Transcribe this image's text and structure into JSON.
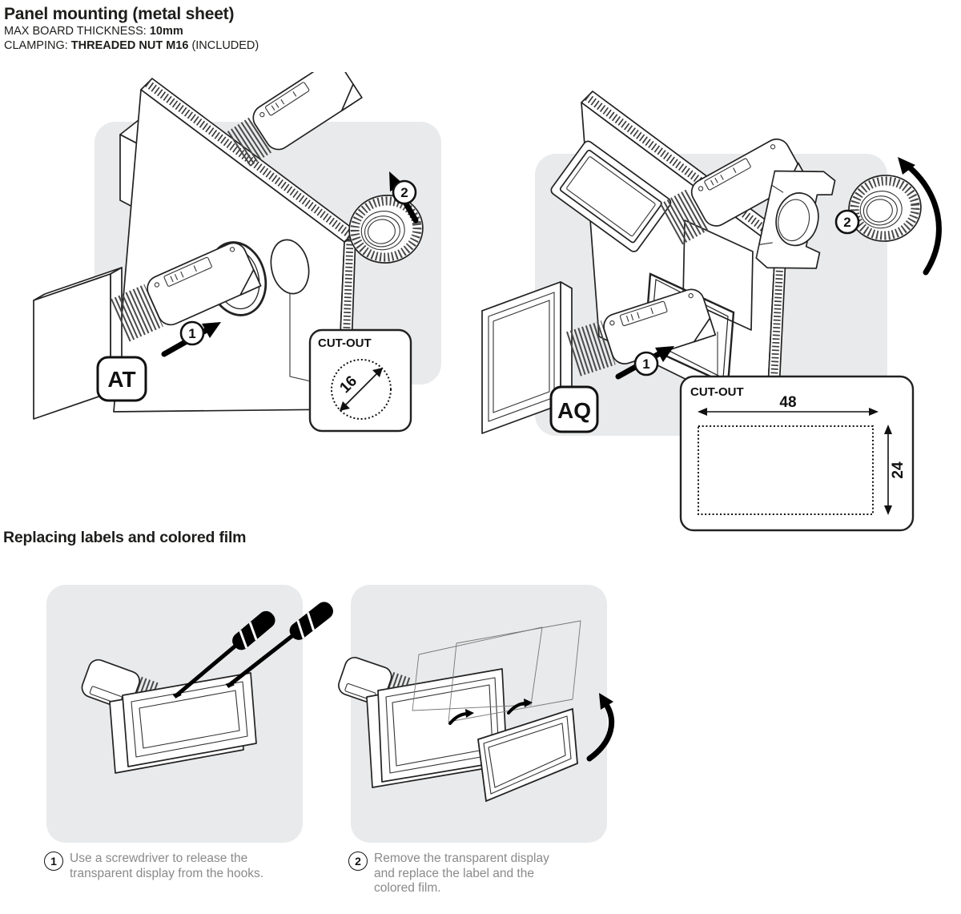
{
  "header": {
    "title": "Panel mounting (metal sheet)",
    "spec1_label": "MAX BOARD THICKNESS: ",
    "spec1_value": "10mm",
    "spec2_label": "CLAMPING: ",
    "spec2_value": "THREADED NUT M16",
    "spec2_suffix": " (INCLUDED)"
  },
  "section2_title": "Replacing labels and colored film",
  "diagram_at": {
    "variant_label": "AT",
    "step1_badge": "1",
    "step2_badge": "2",
    "cutout": {
      "label": "CUT-OUT",
      "diameter": "16"
    }
  },
  "diagram_aq": {
    "variant_label": "AQ",
    "step1_badge": "1",
    "step2_badge": "2",
    "cutout": {
      "label": "CUT-OUT",
      "width": "48",
      "height": "24"
    }
  },
  "steps": [
    {
      "number": "1",
      "caption": "Use a screwdriver to release the transparent display from the hooks."
    },
    {
      "number": "2",
      "caption": "Remove the transparent display and replace the label and the colored film."
    }
  ],
  "colors": {
    "panel_background": "#e9eaeb",
    "line": "#1d1d1b",
    "caption_text": "#8a8a8a",
    "arrow_black": "#000000"
  }
}
